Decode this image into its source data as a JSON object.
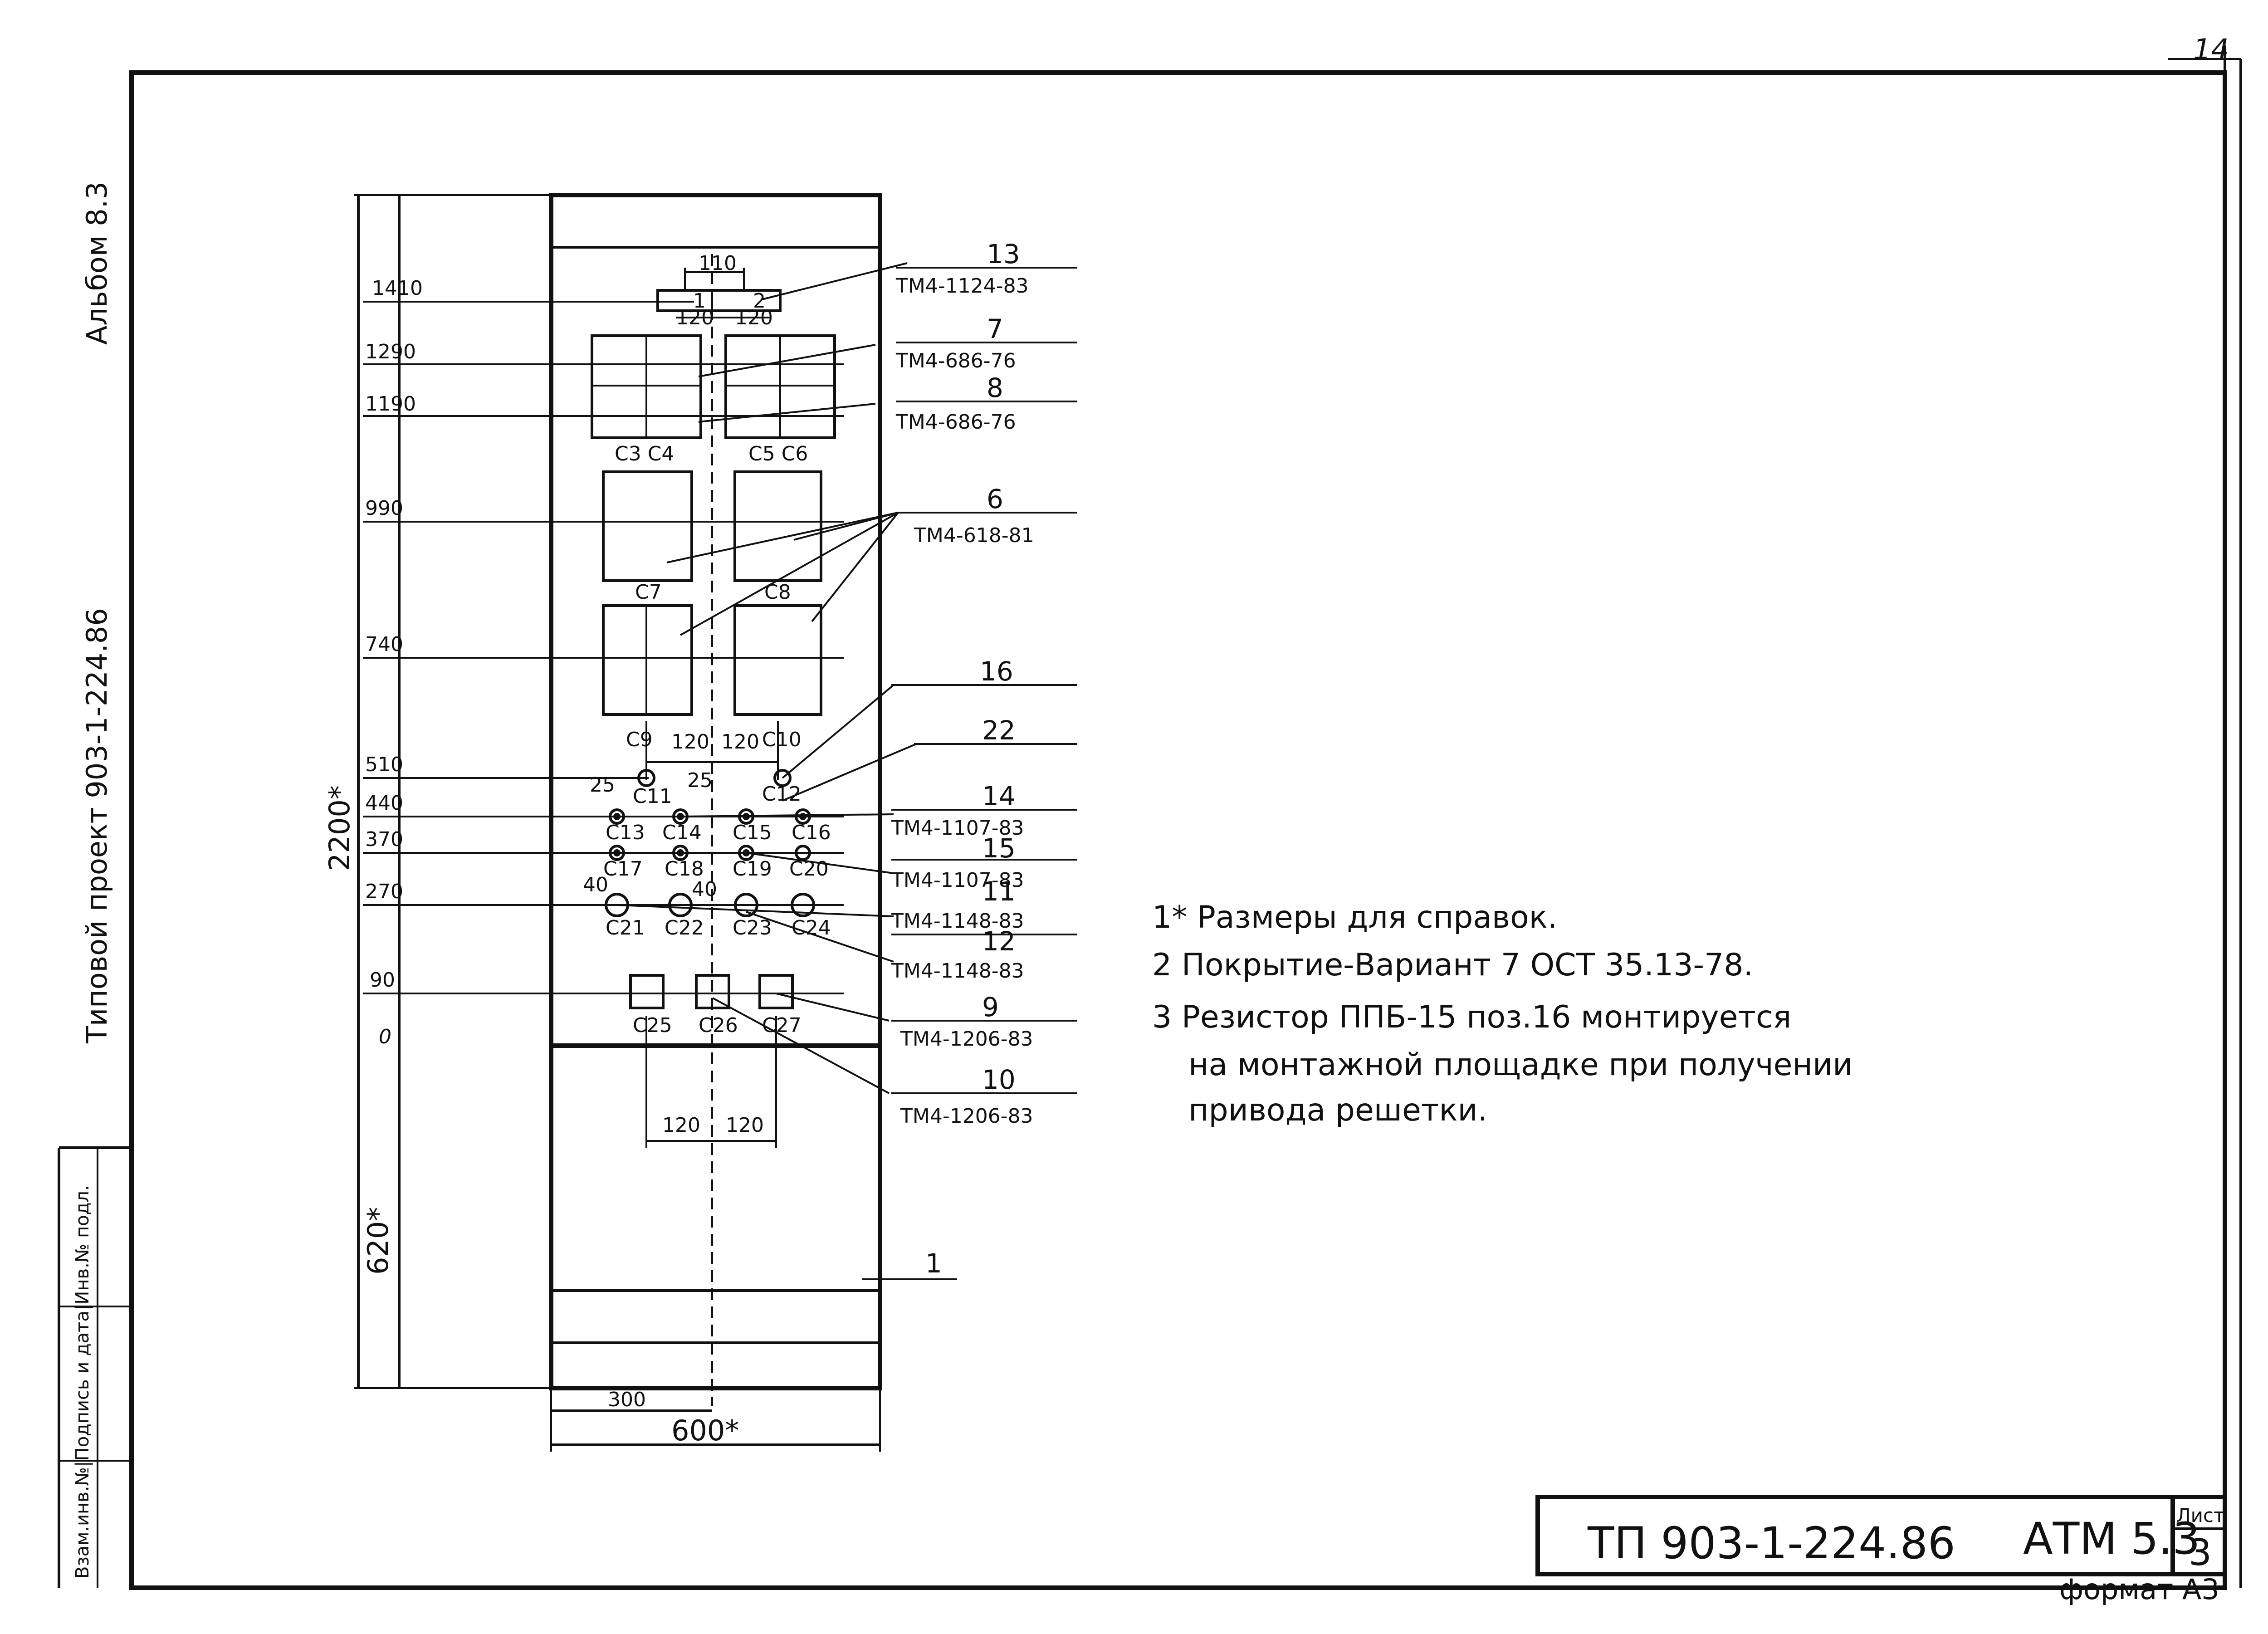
{
  "page_number": "14",
  "side_stamp": {
    "album": "Альбом 8.3",
    "project": "Типовой проект 903-1-224.86"
  },
  "margin_column": {
    "labels": "Взам.инв.№|Подпись и дата|Инв.№ подл."
  },
  "panel": {
    "height_dim": "2200*",
    "bottom_dim": "620*",
    "width_dim": "600*",
    "half_width_dim": "300",
    "levels": [
      "1410",
      "1290",
      "1190",
      "990",
      "740",
      "510",
      "440",
      "370",
      "270",
      "90",
      "0"
    ],
    "small_dims": {
      "top_width": "110",
      "top_left": "120",
      "top_right": "120",
      "mid_left": "120",
      "mid_right": "120",
      "bot_left": "120",
      "bot_right": "120",
      "offset_25a": "25",
      "offset_25b": "25",
      "offset_40a": "40",
      "offset_40b": "40"
    },
    "top_items": [
      "1",
      "2"
    ],
    "terminals": {
      "t34": "С3 С4",
      "t56": "С5 С6",
      "t7": "С7",
      "t8": "С8",
      "t9": "С9",
      "t10": "С10",
      "t11": "С11",
      "t12": "С12",
      "t13": "С13",
      "t14": "С14",
      "t15": "С15",
      "t16": "С16",
      "t17": "С17",
      "t18": "С18",
      "t19": "С19",
      "t20": "С20",
      "t21": "С21",
      "t22": "С22",
      "t23": "С23",
      "t24": "С24",
      "t25": "С25",
      "t26": "С26",
      "t27": "С27"
    }
  },
  "callouts": [
    {
      "pos": "13",
      "code": "ТМ4-1124-83"
    },
    {
      "pos": "7",
      "code": "ТМ4-686-76"
    },
    {
      "pos": "8",
      "code": "ТМ4-686-76"
    },
    {
      "pos": "6",
      "code": "ТМ4-618-81"
    },
    {
      "pos": "16",
      "code": ""
    },
    {
      "pos": "22",
      "code": ""
    },
    {
      "pos": "14",
      "code": "ТМ4-1107-83"
    },
    {
      "pos": "15",
      "code": "ТМ4-1107-83"
    },
    {
      "pos": "11",
      "code": "ТМ4-1148-83"
    },
    {
      "pos": "12",
      "code": "ТМ4-1148-83"
    },
    {
      "pos": "9",
      "code": "ТМ4-1206-83"
    },
    {
      "pos": "10",
      "code": "ТМ4-1206-83"
    },
    {
      "pos": "1",
      "code": ""
    }
  ],
  "notes": [
    "1* Размеры для справок.",
    "2 Покрытие-Вариант 7 ОСТ 35.13-78.",
    "3 Резистор ППБ-15 поз.16 монтируется",
    "на монтажной площадке при получении",
    "привода решетки."
  ],
  "title_block": {
    "designation": "ТП 903-1-224.86",
    "doc_code": "АТМ 5.3",
    "sheet_label": "Лист",
    "sheet_number": "3",
    "format": "формат А3"
  }
}
